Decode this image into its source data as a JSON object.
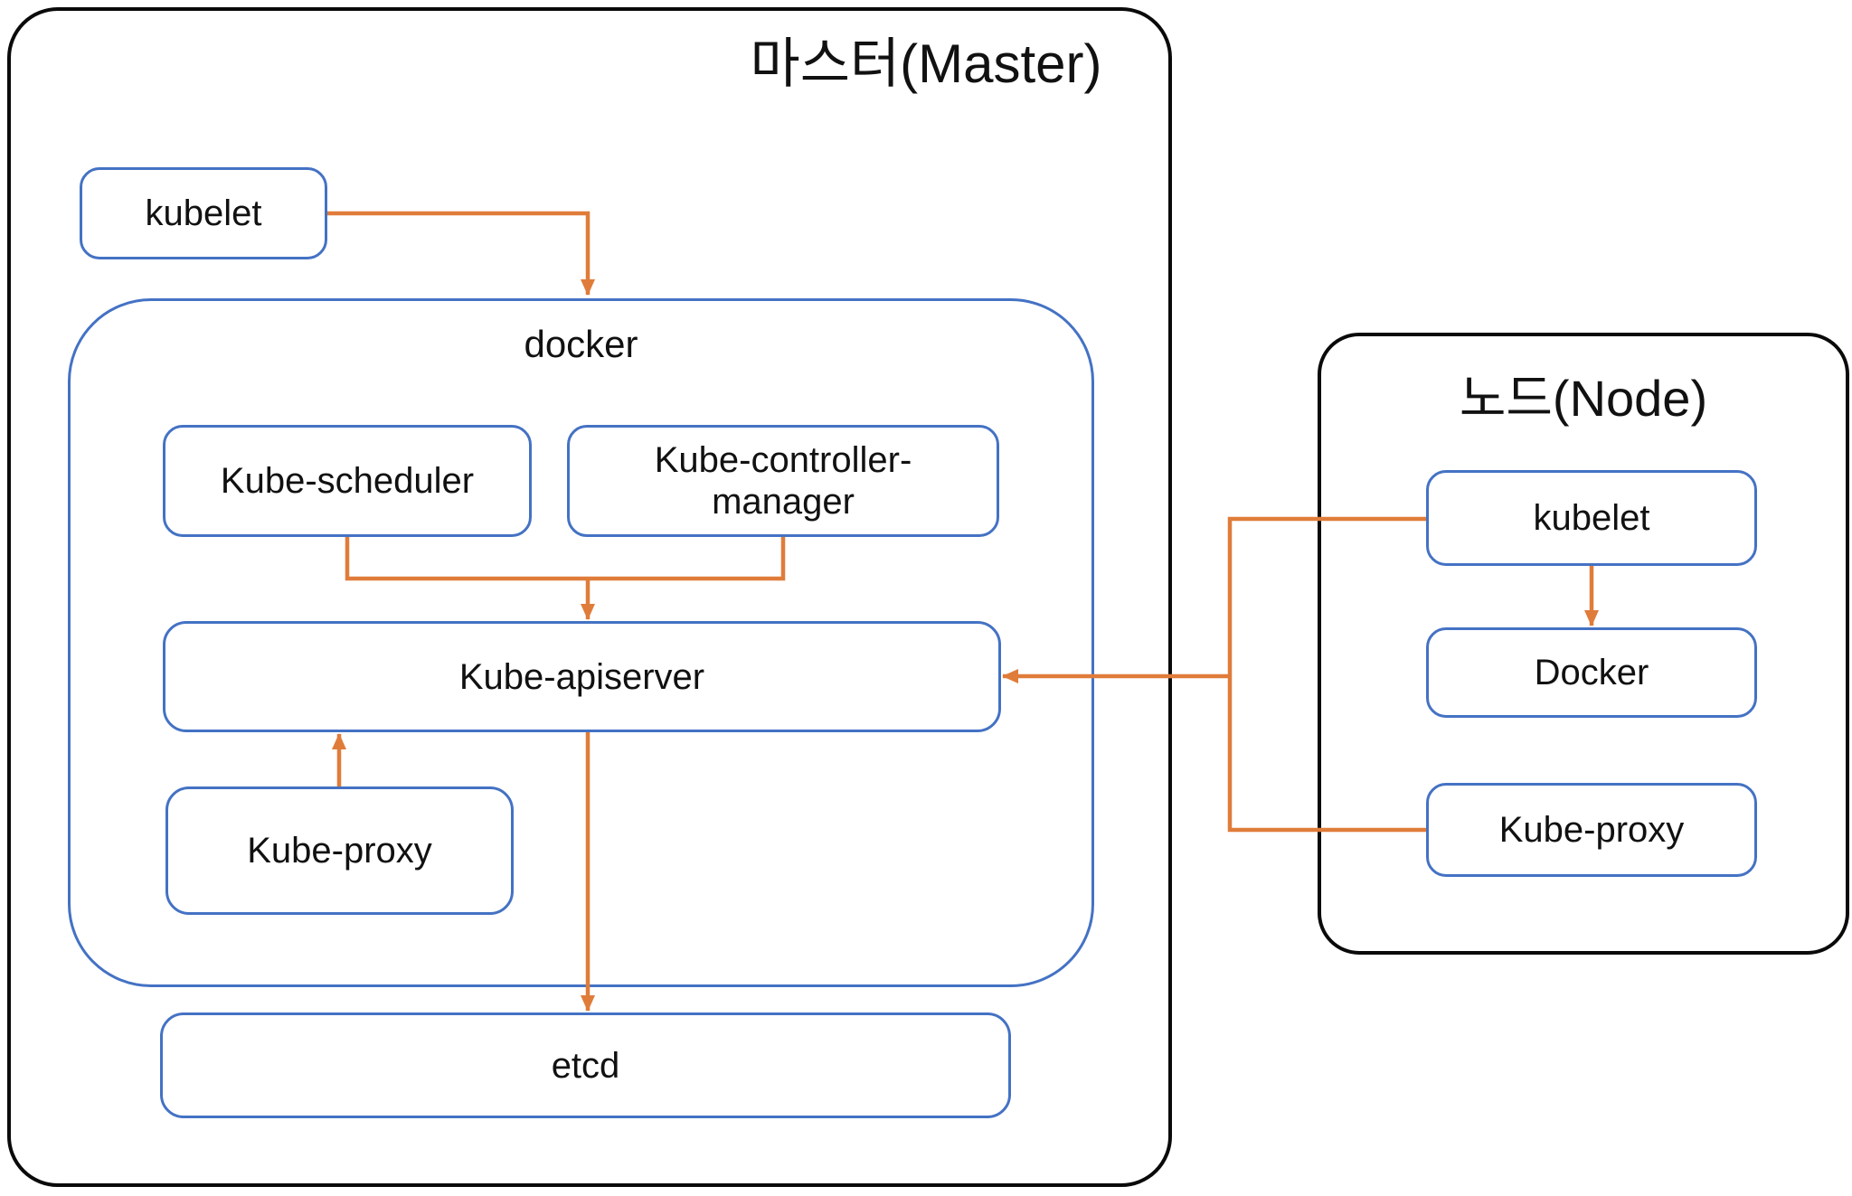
{
  "colors": {
    "accent_orange": "#E07C3A",
    "box_border_blue": "#4472C4",
    "container_outline": "#0A0A0A",
    "background": "#FFFFFF"
  },
  "master": {
    "title": "마스터(Master)",
    "kubelet": "kubelet",
    "docker": "docker",
    "scheduler": "Kube-scheduler",
    "controller_manager": "Kube-controller-manager",
    "apiserver": "Kube-apiserver",
    "proxy": "Kube-proxy",
    "etcd": "etcd"
  },
  "node": {
    "title": "노드(Node)",
    "kubelet": "kubelet",
    "docker": "Docker",
    "proxy": "Kube-proxy"
  },
  "edges": [
    {
      "from": "master.kubelet",
      "to": "master.docker",
      "arrow": true
    },
    {
      "from": "master.scheduler",
      "to": "master.apiserver",
      "arrow": true
    },
    {
      "from": "master.controller_manager",
      "to": "master.apiserver",
      "arrow": true
    },
    {
      "from": "master.proxy",
      "to": "master.apiserver",
      "arrow": true
    },
    {
      "from": "master.apiserver",
      "to": "master.etcd",
      "arrow": true
    },
    {
      "from": "node.kubelet",
      "to": "node.docker",
      "arrow": true
    },
    {
      "from": "node.kubelet",
      "to": "master.apiserver",
      "arrow": true
    },
    {
      "from": "node.proxy",
      "to": "master.apiserver",
      "arrow": true
    }
  ]
}
